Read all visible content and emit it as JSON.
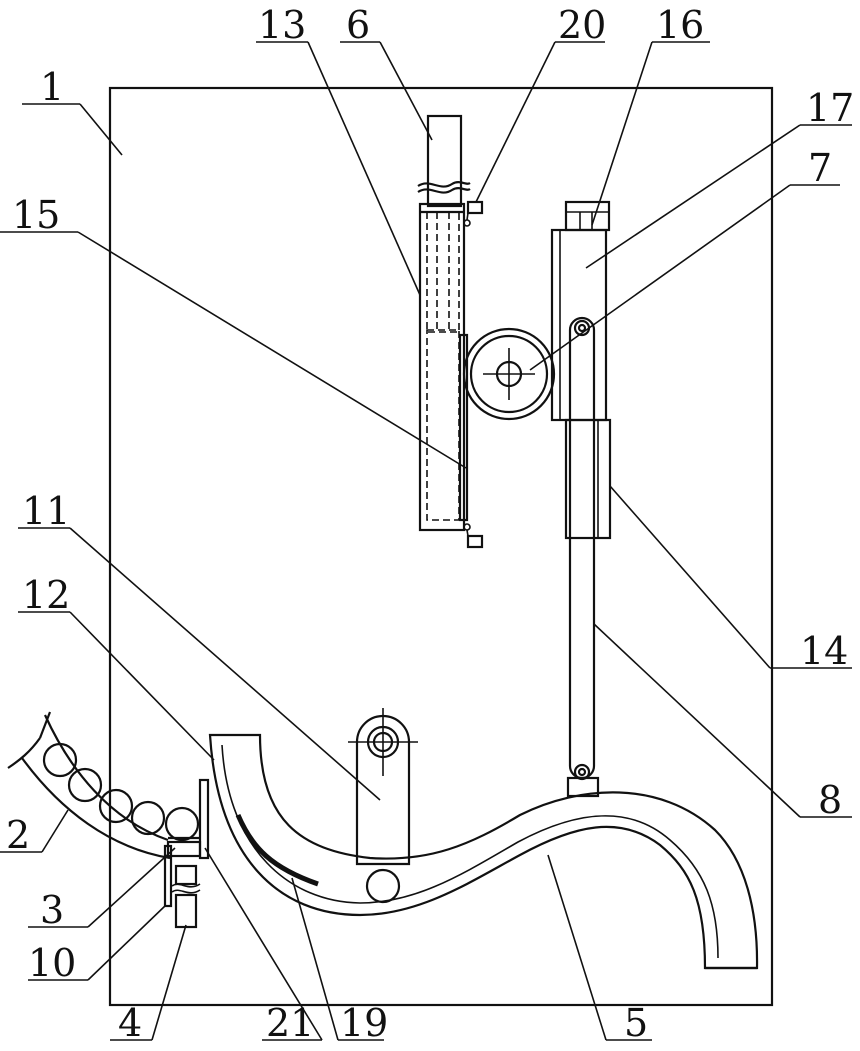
{
  "labels": {
    "l1": "1",
    "l2": "2",
    "l3": "3",
    "l4": "4",
    "l5": "5",
    "l6": "6",
    "l7": "7",
    "l8": "8",
    "l10": "10",
    "l11": "11",
    "l12": "12",
    "l13": "13",
    "l14": "14",
    "l15": "15",
    "l16": "16",
    "l17": "17",
    "l19": "19",
    "l20": "20",
    "l21": "21"
  }
}
